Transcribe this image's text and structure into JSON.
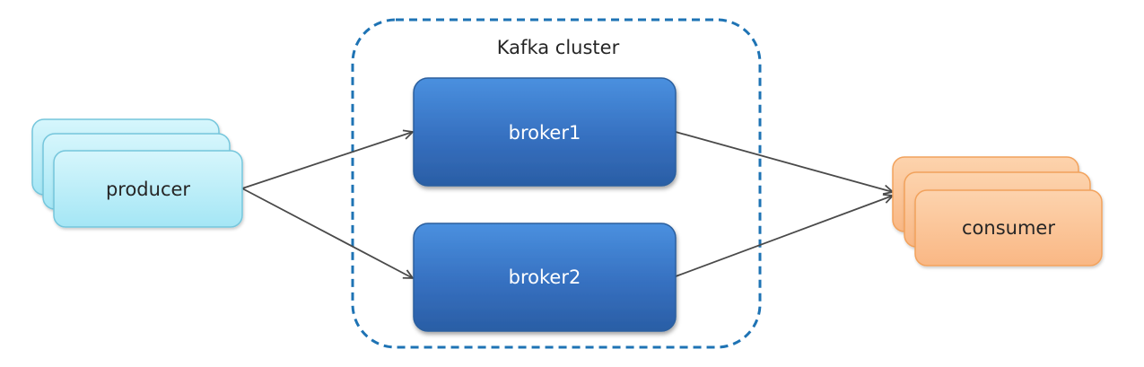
{
  "cluster": {
    "label": "Kafka cluster",
    "border_color": "#1e73b4"
  },
  "producer": {
    "label": "producer",
    "color": "#aee9f6",
    "border_color": "#74c6dc"
  },
  "brokers": [
    {
      "label": "broker1"
    },
    {
      "label": "broker2"
    }
  ],
  "broker_style": {
    "color_top": "#4088d8",
    "color_bottom": "#2a5fa6",
    "text_color": "#ffffff"
  },
  "consumer": {
    "label": "consumer",
    "color": "#fbc395",
    "border_color": "#f2a25c"
  },
  "edges": [
    {
      "from": "producer",
      "to": "broker1"
    },
    {
      "from": "producer",
      "to": "broker2"
    },
    {
      "from": "broker1",
      "to": "consumer"
    },
    {
      "from": "broker2",
      "to": "consumer"
    }
  ],
  "edge_color": "#4a4a4a"
}
